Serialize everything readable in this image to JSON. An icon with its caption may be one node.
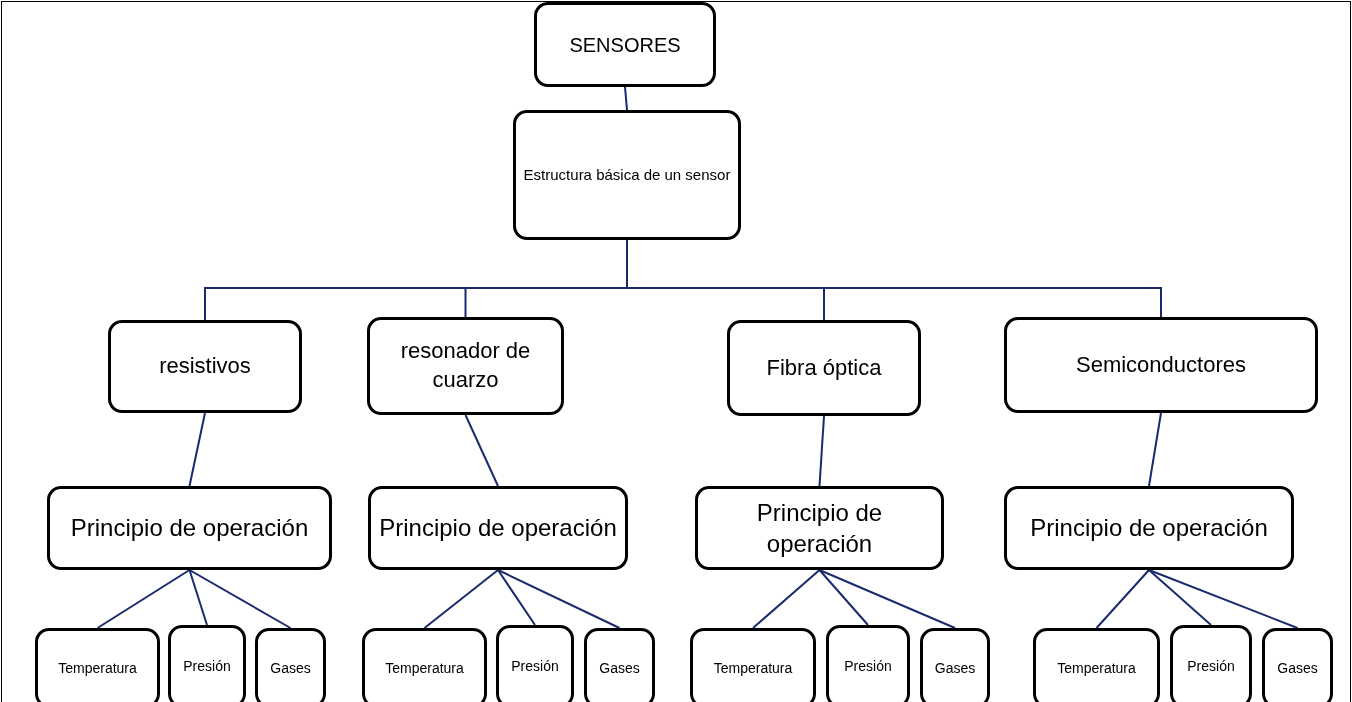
{
  "diagram": {
    "nodes": [
      {
        "text": [
          "SENSORES"
        ]
      },
      {
        "text": [
          "Estructura básica de un sensor"
        ]
      },
      {
        "text": [
          "resistivos"
        ]
      },
      {
        "text": [
          "resonador de cuarzo"
        ]
      },
      {
        "text": [
          "Fibra óptica"
        ]
      },
      {
        "text": [
          "Semiconductores"
        ]
      },
      {
        "text": [
          "Principio de operación"
        ]
      },
      {
        "text": [
          "Principio de operación"
        ]
      },
      {
        "text": [
          "Principio de operación"
        ]
      },
      {
        "text": [
          "Principio de operación"
        ]
      },
      {
        "text": [
          "Temperatura"
        ]
      },
      {
        "text": [
          "Presión"
        ]
      },
      {
        "text": [
          "Gases"
        ]
      },
      {
        "text": [
          "Temperatura"
        ]
      },
      {
        "text": [
          "Presión"
        ]
      },
      {
        "text": [
          "Gases"
        ]
      },
      {
        "text": [
          "Temperatura"
        ]
      },
      {
        "text": [
          "Presión"
        ]
      },
      {
        "text": [
          "Gases"
        ]
      },
      {
        "text": [
          "Temperatura"
        ]
      },
      {
        "text": [
          "Presión"
        ]
      },
      {
        "text": [
          "Gases"
        ]
      }
    ],
    "edges": [
      {
        "from": 0,
        "to": 1,
        "arrow": "none"
      },
      {
        "from": 1,
        "to": 2,
        "arrow": "none"
      },
      {
        "from": 1,
        "to": 3,
        "arrow": "none"
      },
      {
        "from": 1,
        "to": 4,
        "arrow": "none"
      },
      {
        "from": 1,
        "to": 5,
        "arrow": "none"
      },
      {
        "from": 2,
        "to": 6,
        "arrow": "none"
      },
      {
        "from": 3,
        "to": 7,
        "arrow": "none"
      },
      {
        "from": 4,
        "to": 8,
        "arrow": "none"
      },
      {
        "from": 5,
        "to": 9,
        "arrow": "none"
      },
      {
        "from": 6,
        "to": 10,
        "arrow": "none"
      },
      {
        "from": 6,
        "to": 11,
        "arrow": "none"
      },
      {
        "from": 6,
        "to": 12,
        "arrow": "none"
      },
      {
        "from": 7,
        "to": 13,
        "arrow": "none"
      },
      {
        "from": 7,
        "to": 14,
        "arrow": "none"
      },
      {
        "from": 7,
        "to": 15,
        "arrow": "none"
      },
      {
        "from": 8,
        "to": 16,
        "arrow": "none"
      },
      {
        "from": 8,
        "to": 17,
        "arrow": "none"
      },
      {
        "from": 8,
        "to": 18,
        "arrow": "none"
      },
      {
        "from": 9,
        "to": 19,
        "arrow": "none"
      },
      {
        "from": 9,
        "to": 20,
        "arrow": "none"
      },
      {
        "from": 9,
        "to": 21,
        "arrow": "none"
      }
    ]
  }
}
